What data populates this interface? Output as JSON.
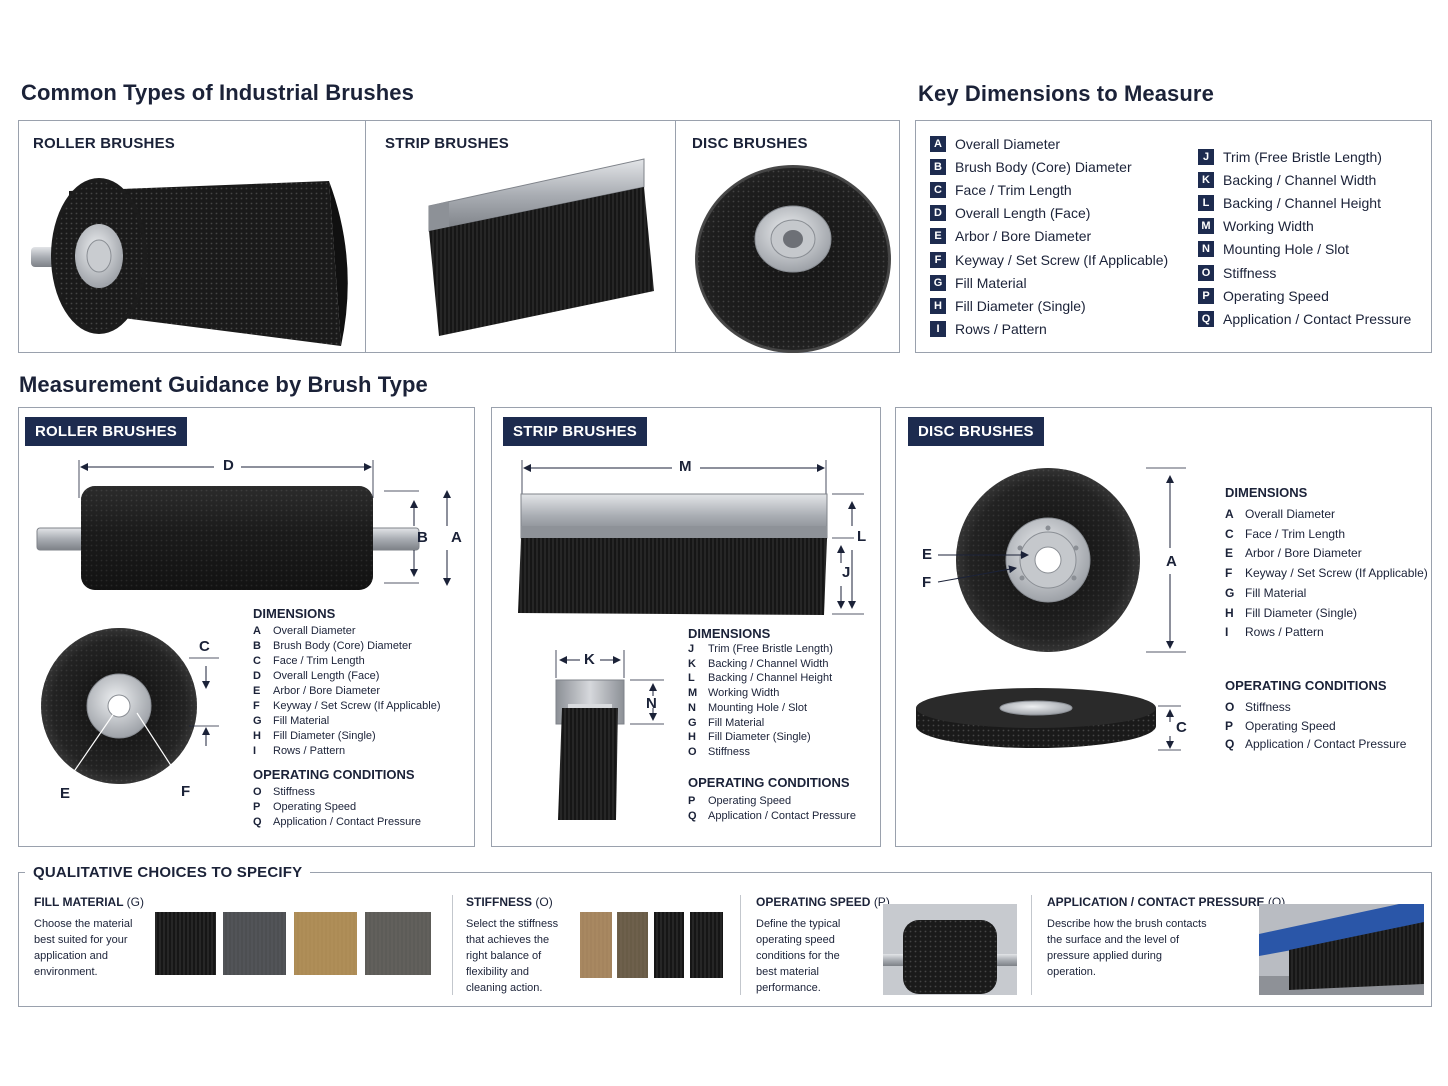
{
  "headings": {
    "types": "Common Types of Industrial Brushes",
    "key_dimensions": "Key Dimensions to Measure",
    "guidance": "Measurement Guidance by Brush Type",
    "qualitative": "QUALITATIVE CHOICES TO SPECIFY"
  },
  "types": {
    "roller": "ROLLER BRUSHES",
    "strip": "STRIP BRUSHES",
    "disc": "DISC BRUSHES"
  },
  "key_dims_left": [
    {
      "letter": "A",
      "label": "Overall Diameter"
    },
    {
      "letter": "B",
      "label": "Brush Body (Core) Diameter"
    },
    {
      "letter": "C",
      "label": "Face / Trim Length"
    },
    {
      "letter": "D",
      "label": "Overall Length (Face)"
    },
    {
      "letter": "E",
      "label": "Arbor / Bore Diameter"
    },
    {
      "letter": "F",
      "label": "Keyway / Set Screw (If Applicable)"
    },
    {
      "letter": "G",
      "label": "Fill Material"
    },
    {
      "letter": "H",
      "label": "Fill Diameter (Single)"
    },
    {
      "letter": "I",
      "label": "Rows / Pattern"
    }
  ],
  "key_dims_right": [
    {
      "letter": "J",
      "label": "Trim (Free Bristle Length)"
    },
    {
      "letter": "K",
      "label": "Backing / Channel Width"
    },
    {
      "letter": "L",
      "label": "Backing / Channel Height"
    },
    {
      "letter": "M",
      "label": "Working Width"
    },
    {
      "letter": "N",
      "label": "Mounting Hole / Slot"
    },
    {
      "letter": "O",
      "label": "Stiffness"
    },
    {
      "letter": "P",
      "label": "Operating Speed"
    },
    {
      "letter": "Q",
      "label": "Application / Contact Pressure"
    }
  ],
  "guidance": {
    "roller": {
      "badge": "ROLLER BRUSHES",
      "labels": {
        "D": "D",
        "B": "B",
        "A": "A",
        "C": "C",
        "E": "E",
        "F": "F"
      },
      "dims_title": "DIMENSIONS",
      "dims": [
        {
          "letter": "A",
          "label": "Overall Diameter"
        },
        {
          "letter": "B",
          "label": "Brush Body (Core) Diameter"
        },
        {
          "letter": "C",
          "label": "Face / Trim Length"
        },
        {
          "letter": "D",
          "label": "Overall Length (Face)"
        },
        {
          "letter": "E",
          "label": "Arbor / Bore Diameter"
        },
        {
          "letter": "F",
          "label": "Keyway / Set Screw (If Applicable)"
        },
        {
          "letter": "G",
          "label": "Fill Material"
        },
        {
          "letter": "H",
          "label": "Fill Diameter (Single)"
        },
        {
          "letter": "I",
          "label": "Rows / Pattern"
        }
      ],
      "ops_title": "OPERATING CONDITIONS",
      "ops": [
        {
          "letter": "O",
          "label": "Stiffness"
        },
        {
          "letter": "P",
          "label": "Operating Speed"
        },
        {
          "letter": "Q",
          "label": "Application / Contact Pressure"
        }
      ]
    },
    "strip": {
      "badge": "STRIP BRUSHES",
      "labels": {
        "M": "M",
        "L": "L",
        "J": "J",
        "K": "K",
        "N": "N"
      },
      "dims_title": "DIMENSIONS",
      "dims": [
        {
          "letter": "J",
          "label": "Trim (Free Bristle Length)"
        },
        {
          "letter": "K",
          "label": "Backing / Channel Width"
        },
        {
          "letter": "L",
          "label": "Backing / Channel Height"
        },
        {
          "letter": "M",
          "label": "Working Width"
        },
        {
          "letter": "N",
          "label": "Mounting Hole / Slot"
        },
        {
          "letter": "G",
          "label": "Fill Material"
        },
        {
          "letter": "H",
          "label": "Fill Diameter (Single)"
        },
        {
          "letter": "O",
          "label": "Stiffness"
        }
      ],
      "ops_title": "OPERATING CONDITIONS",
      "ops": [
        {
          "letter": "P",
          "label": "Operating Speed"
        },
        {
          "letter": "Q",
          "label": "Application / Contact Pressure"
        }
      ]
    },
    "disc": {
      "badge": "DISC BRUSHES",
      "labels": {
        "E": "E",
        "F": "F",
        "A": "A",
        "C": "C"
      },
      "dims_title": "DIMENSIONS",
      "dims": [
        {
          "letter": "A",
          "label": "Overall Diameter"
        },
        {
          "letter": "C",
          "label": "Face / Trim Length"
        },
        {
          "letter": "E",
          "label": "Arbor / Bore Diameter"
        },
        {
          "letter": "F",
          "label": "Keyway / Set Screw (If Applicable)"
        },
        {
          "letter": "G",
          "label": "Fill Material"
        },
        {
          "letter": "H",
          "label": "Fill Diameter (Single)"
        },
        {
          "letter": "I",
          "label": "Rows / Pattern"
        }
      ],
      "ops_title": "OPERATING CONDITIONS",
      "ops": [
        {
          "letter": "O",
          "label": "Stiffness"
        },
        {
          "letter": "P",
          "label": "Operating Speed"
        },
        {
          "letter": "Q",
          "label": "Application / Contact Pressure"
        }
      ]
    }
  },
  "qualitative": {
    "fill": {
      "title": "FILL MATERIAL",
      "code": "(G)",
      "lines": [
        "Choose the material",
        "best suited for your",
        "application and",
        "environment."
      ]
    },
    "stiffness": {
      "title": "STIFFNESS",
      "code": "(O)",
      "lines": [
        "Select the stiffness",
        "that achieves the",
        "right balance of",
        "flexibility and",
        "cleaning action."
      ]
    },
    "speed": {
      "title": "OPERATING SPEED",
      "code": "(P)",
      "lines": [
        "Define the typical",
        "operating speed",
        "conditions for the",
        "best material",
        "performance."
      ]
    },
    "pressure": {
      "title": "APPLICATION / CONTACT PRESSURE",
      "code": "(Q)",
      "lines": [
        "Describe how the brush contacts",
        "the surface and the level of",
        "pressure applied during",
        "operation."
      ]
    }
  },
  "colors": {
    "navy": "#1d2b4f",
    "bristle": "#141414",
    "metal": "#b9bcc1"
  }
}
